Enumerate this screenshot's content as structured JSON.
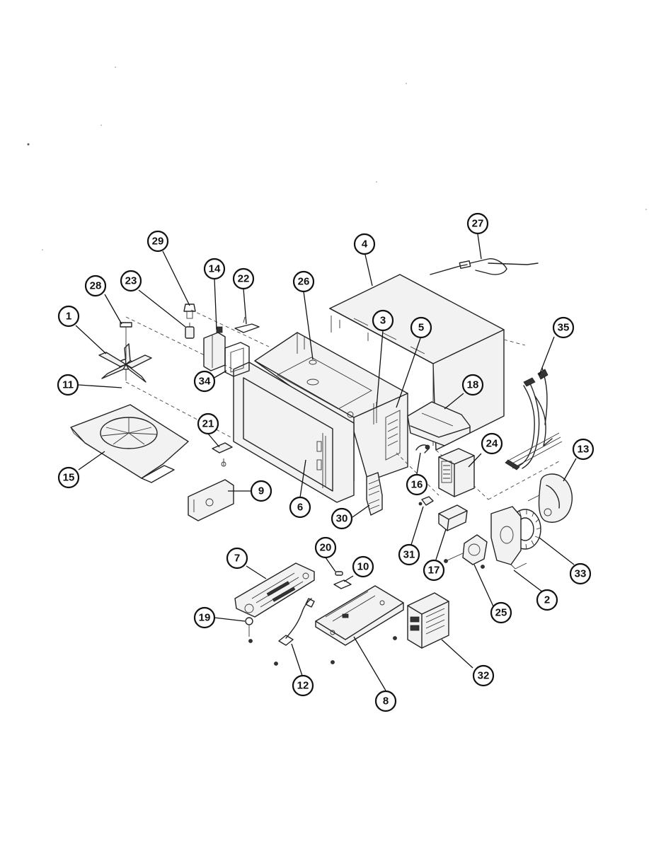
{
  "callouts": [
    {
      "id": "1"
    },
    {
      "id": "2"
    },
    {
      "id": "3"
    },
    {
      "id": "4"
    },
    {
      "id": "5"
    },
    {
      "id": "6"
    },
    {
      "id": "7"
    },
    {
      "id": "8"
    },
    {
      "id": "9"
    },
    {
      "id": "10"
    },
    {
      "id": "11"
    },
    {
      "id": "12"
    },
    {
      "id": "13"
    },
    {
      "id": "14"
    },
    {
      "id": "15"
    },
    {
      "id": "16"
    },
    {
      "id": "17"
    },
    {
      "id": "18"
    },
    {
      "id": "19"
    },
    {
      "id": "20"
    },
    {
      "id": "21"
    },
    {
      "id": "22"
    },
    {
      "id": "23"
    },
    {
      "id": "24"
    },
    {
      "id": "25"
    },
    {
      "id": "26"
    },
    {
      "id": "27"
    },
    {
      "id": "28"
    },
    {
      "id": "29"
    },
    {
      "id": "30"
    },
    {
      "id": "31"
    },
    {
      "id": "32"
    },
    {
      "id": "33"
    },
    {
      "id": "34"
    },
    {
      "id": "35"
    }
  ]
}
